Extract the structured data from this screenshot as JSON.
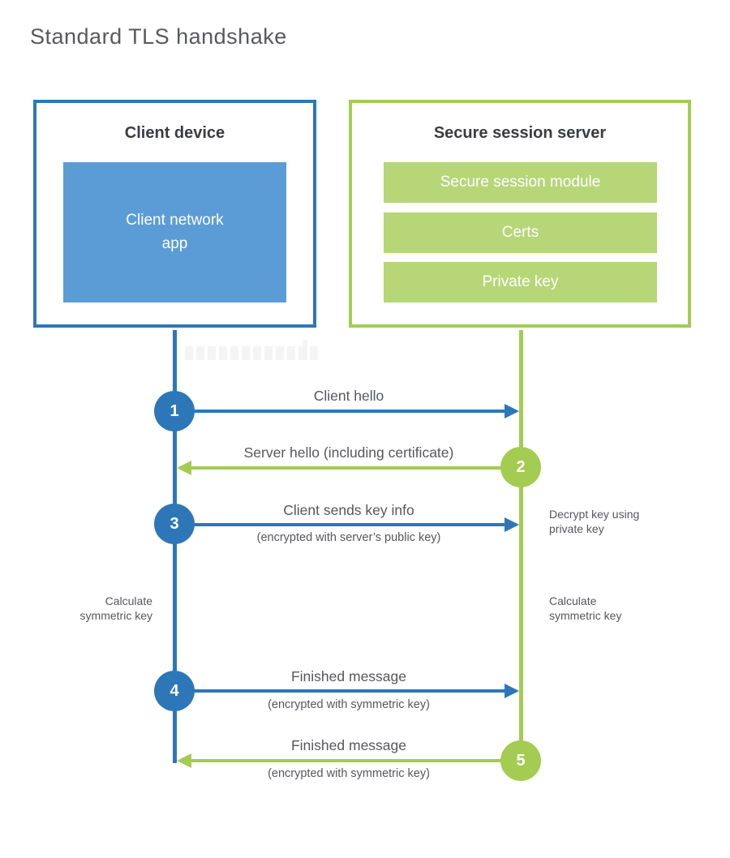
{
  "title": "Standard TLS handshake",
  "colors": {
    "blue_stroke": "#2d77b8",
    "blue_fill": "#5b9cd6",
    "green_stroke": "#a4cc52",
    "green_fill": "#b6d678",
    "heading_text": "#3b3c3f",
    "label_text": "#56575b"
  },
  "client_box": {
    "title": "Client device",
    "inner_label": "Client network\napp"
  },
  "server_box": {
    "title": "Secure session server",
    "modules": [
      "Secure session module",
      "Certs",
      "Private key"
    ]
  },
  "steps": [
    {
      "num": "1",
      "label": "Client hello",
      "sub": "",
      "direction": "right",
      "color": "blue"
    },
    {
      "num": "2",
      "label": "Server hello (including certificate)",
      "sub": "",
      "direction": "left",
      "color": "green"
    },
    {
      "num": "3",
      "label": "Client sends key info",
      "sub": "(encrypted with server’s public key)",
      "direction": "right",
      "color": "blue"
    },
    {
      "num": "4",
      "label": "Finished message",
      "sub": "(encrypted with symmetric key)",
      "direction": "right",
      "color": "blue"
    },
    {
      "num": "5",
      "label": "Finished message",
      "sub": "(encrypted with symmetric key)",
      "direction": "left",
      "color": "green"
    }
  ],
  "side_notes": {
    "decrypt": "Decrypt key using\nprivate key",
    "calc_left": "Calculate\nsymmetric key",
    "calc_right": "Calculate\nsymmetric key"
  }
}
